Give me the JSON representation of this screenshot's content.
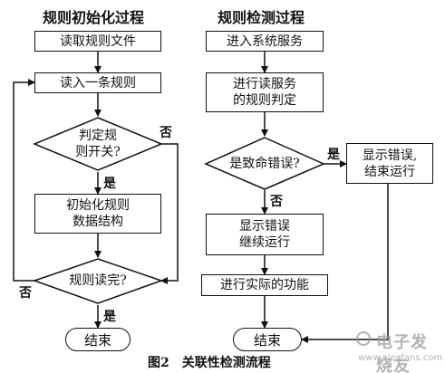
{
  "diagram": {
    "left_title": "规则初始化过程",
    "right_title": "规则检测过程",
    "left_flow": {
      "read_file": "读取规则文件",
      "read_rule": "读入一条规则",
      "decision_switch": [
        "判定规",
        "则开关?"
      ],
      "init_struct": [
        "初始化规则",
        "数据结构"
      ],
      "decision_done": "规则读完?",
      "end": "结束",
      "label_no_switch": "否",
      "label_yes_switch": "是",
      "label_no_done": "否",
      "label_yes_done": "是"
    },
    "right_flow": {
      "enter_service": "进入系统服务",
      "judge_rule": [
        "进行读服务",
        "的规则判定"
      ],
      "decision_fatal": "是致命错误?",
      "show_exit": [
        "显示错误,",
        "结束运行"
      ],
      "show_continue": [
        "显示错误",
        "继续运行"
      ],
      "do_function": "进行实际的功能",
      "end": "结束",
      "label_yes_fatal": "是",
      "label_no_fatal": "否"
    },
    "caption": "图2　关联性检测流程",
    "watermark": {
      "brand": "电子发烧友",
      "url": "www.elecfans.com"
    }
  }
}
